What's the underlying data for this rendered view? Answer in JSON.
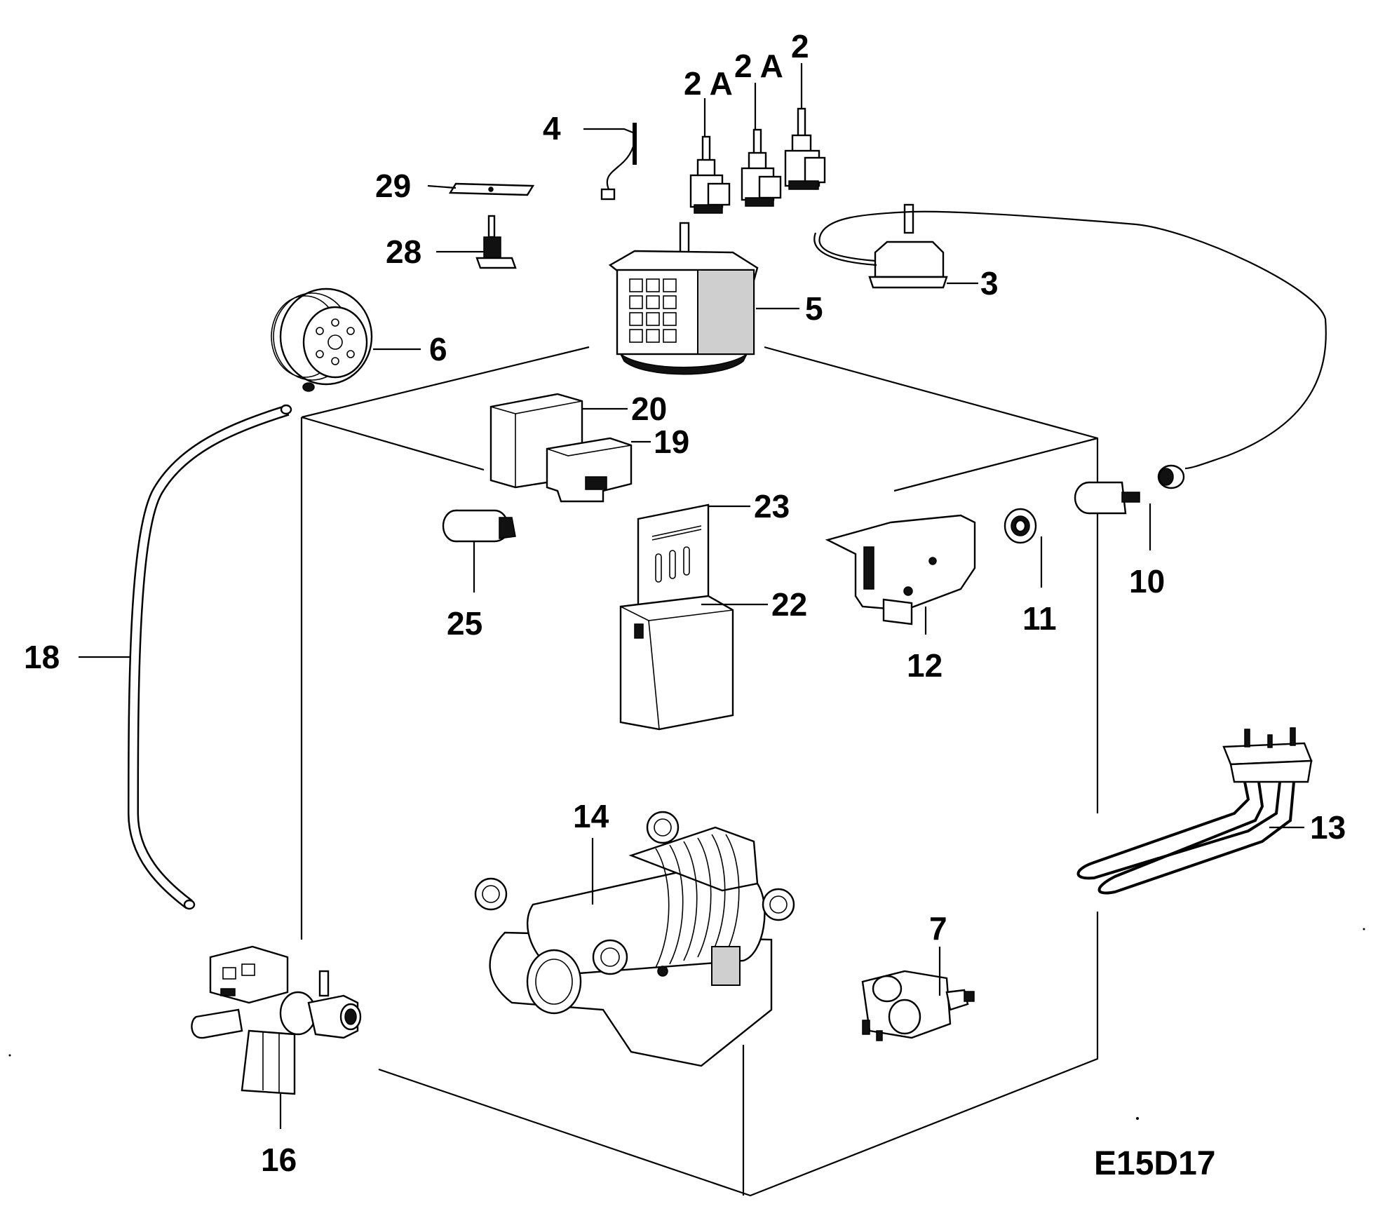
{
  "diagram_code": "E15D17",
  "callouts": {
    "p2": "2",
    "p2a_1": "2 A",
    "p2a_2": "2 A",
    "p3": "3",
    "p4": "4",
    "p5": "5",
    "p6": "6",
    "p7": "7",
    "p10": "10",
    "p11": "11",
    "p12": "12",
    "p13": "13",
    "p14": "14",
    "p16": "16",
    "p18": "18",
    "p19": "19",
    "p20": "20",
    "p22": "22",
    "p23": "23",
    "p25": "25",
    "p28": "28",
    "p29": "29"
  }
}
